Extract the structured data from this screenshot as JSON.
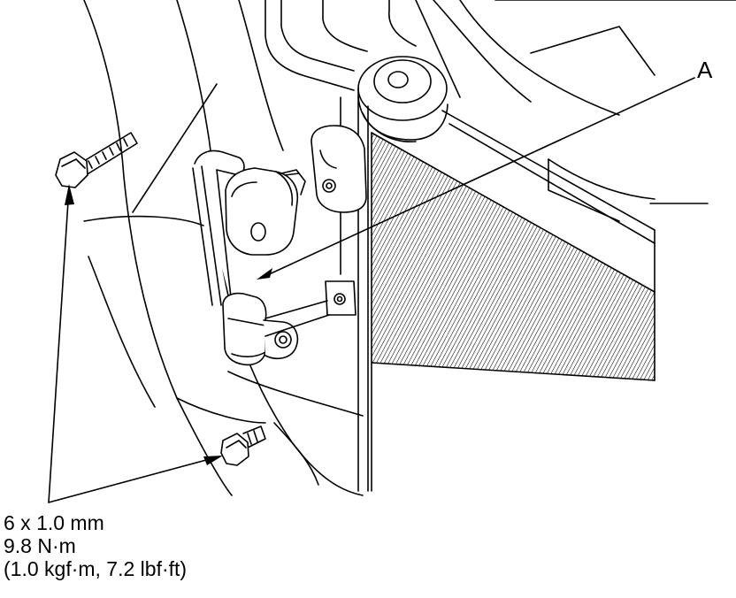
{
  "callout": {
    "label": "A"
  },
  "spec": {
    "size": "6 x 1.0 mm",
    "torque_nm": "9.8 N·m",
    "torque_alt": "(1.0 kgf·m, 7.2 lbf·ft)"
  },
  "colors": {
    "line": "#000000",
    "background": "#ffffff"
  }
}
